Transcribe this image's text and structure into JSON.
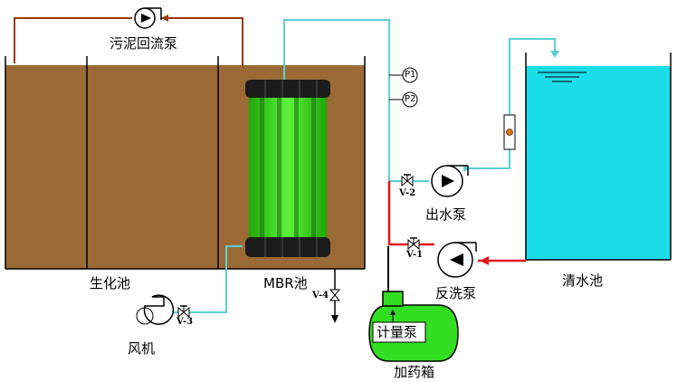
{
  "labels": {
    "sludge_pump": "污泥回流泵",
    "bio_tank": "生化池",
    "mbr_tank": "MBR池",
    "blower": "风机",
    "outlet_pump": "出水泵",
    "backwash_pump": "反洗泵",
    "clear_tank": "清水池",
    "dosing_pump": "计量泵",
    "dosing_tank": "加药箱"
  },
  "valves": {
    "v1": "V-1",
    "v2": "V-2",
    "v3": "V-3",
    "v4": "V-4"
  },
  "gauges": {
    "p1": "P1",
    "p2": "P2"
  },
  "colors": {
    "sludge": "#9b6a35",
    "clear_water": "#1bdde9",
    "membrane": "#3cd81e",
    "header": "#1c1c1c",
    "water_line": "#5bcfd6",
    "sludge_line": "#9a3a10",
    "backwash_line": "#e0161a",
    "dosing_tank": "#33dd22"
  }
}
